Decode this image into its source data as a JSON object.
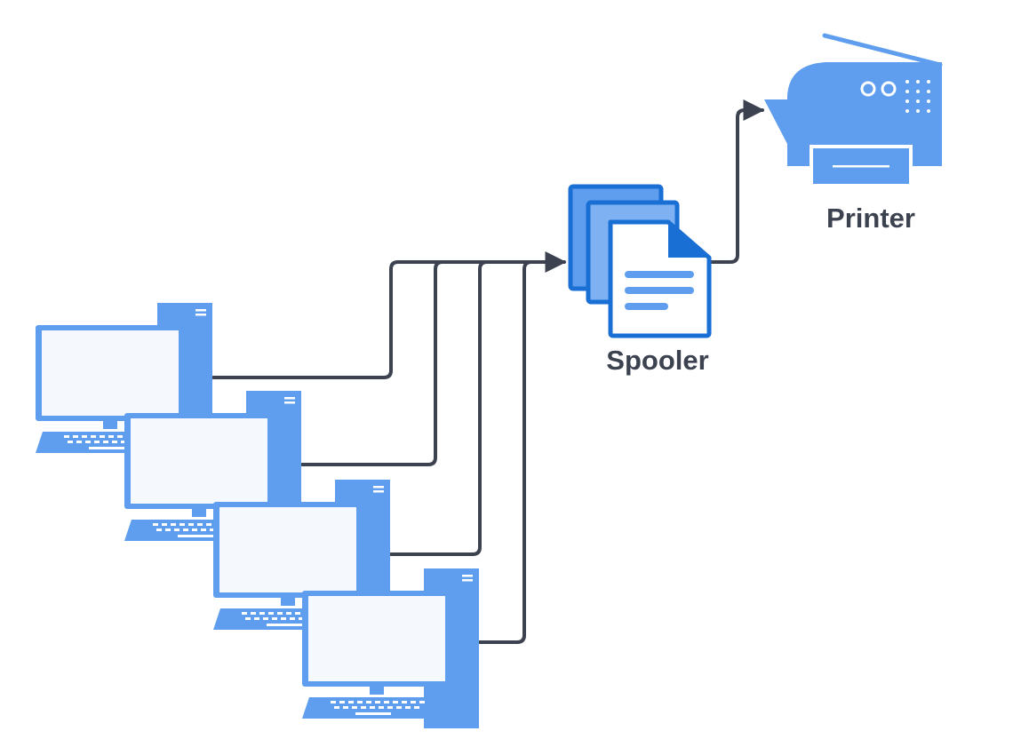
{
  "diagram": {
    "nodes": {
      "spooler": {
        "label": "Spooler",
        "icon": "document-stack-icon"
      },
      "printer": {
        "label": "Printer",
        "icon": "printer-icon"
      },
      "computers": [
        {
          "icon": "desktop-computer-icon"
        },
        {
          "icon": "desktop-computer-icon"
        },
        {
          "icon": "desktop-computer-icon"
        },
        {
          "icon": "desktop-computer-icon"
        }
      ]
    },
    "edges": [
      {
        "from": "computer-1",
        "to": "spooler"
      },
      {
        "from": "computer-2",
        "to": "spooler"
      },
      {
        "from": "computer-3",
        "to": "spooler"
      },
      {
        "from": "computer-4",
        "to": "spooler"
      },
      {
        "from": "spooler",
        "to": "printer"
      }
    ]
  },
  "colors": {
    "icon_blue": "#5f9eee",
    "icon_dark_blue": "#1a6fd4",
    "screen_fill": "#f5f9fe",
    "connector": "#3c4250",
    "label": "#3c4250"
  }
}
